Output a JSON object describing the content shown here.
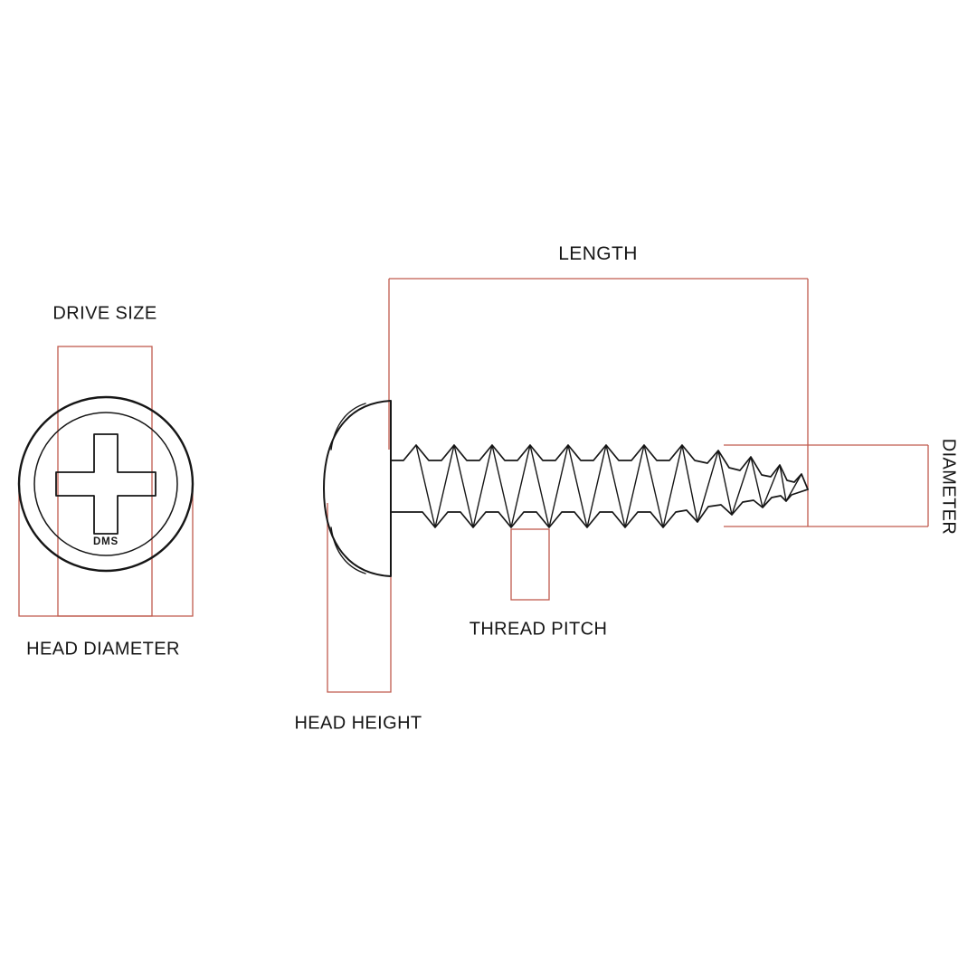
{
  "diagram": {
    "labels": {
      "length": "LENGTH",
      "drive_size": "DRIVE SIZE",
      "diameter": "DIAMETER",
      "head_diameter": "HEAD DIAMETER",
      "thread_pitch": "THREAD PITCH",
      "head_height": "HEAD HEIGHT"
    },
    "head_marking": "DMS",
    "colors": {
      "dimension_line": "#c05b4d",
      "outline": "#161616"
    }
  }
}
